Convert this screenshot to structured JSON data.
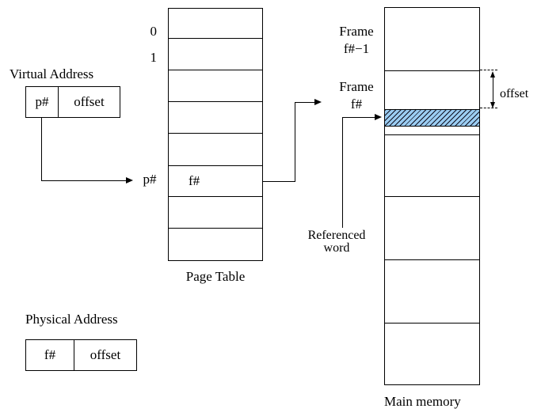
{
  "colors": {
    "ink": "#000000",
    "background": "#ffffff",
    "highlight_fill": "#9bcdf2",
    "hatch_line": "#101020"
  },
  "virtual_address": {
    "title": "Virtual Address",
    "page_field": "p#",
    "offset_field": "offset"
  },
  "physical_address": {
    "title": "Physical Address",
    "frame_field": "f#",
    "offset_field": "offset"
  },
  "page_table": {
    "caption": "Page Table",
    "index_labels": [
      "0",
      "1"
    ],
    "lookup_label": "p#",
    "entry_value": "f#",
    "row_count": 8,
    "entry_row_index": 5
  },
  "main_memory": {
    "caption": "Main memory",
    "frame_above": {
      "line1": "Frame",
      "line2": "f#−1"
    },
    "frame_target": {
      "line1": "Frame",
      "line2": "f#"
    },
    "referenced_word": {
      "line1": "Referenced",
      "line2": "word"
    },
    "offset_label": "offset",
    "frame_count": 6
  }
}
